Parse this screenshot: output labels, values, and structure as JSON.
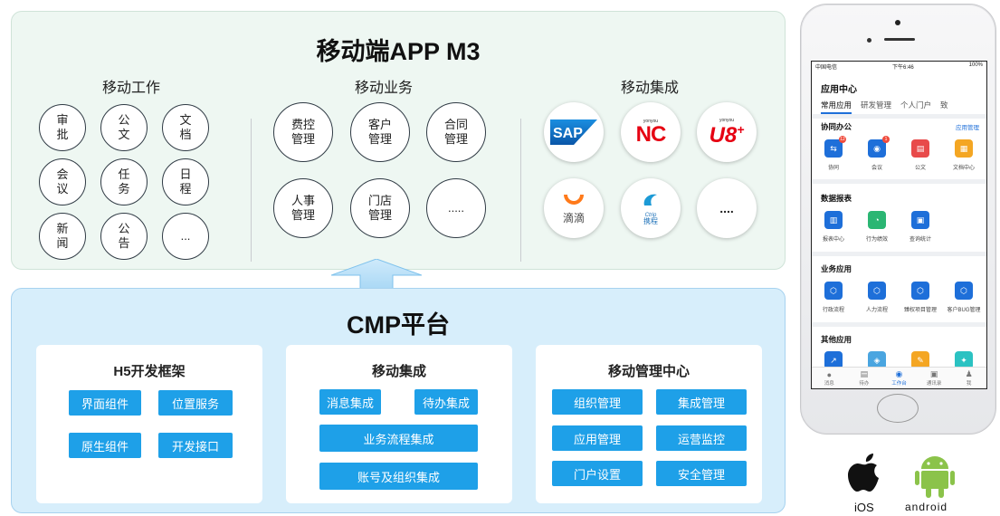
{
  "top": {
    "title": "移动端APP M3",
    "col_work": "移动工作",
    "col_business": "移动业务",
    "col_integration": "移动集成",
    "work_items": [
      "审批",
      "公文",
      "文档",
      "会议",
      "任务",
      "日程",
      "新闻",
      "公告",
      "..."
    ],
    "business_items": [
      "费控管理",
      "客户管理",
      "合同管理",
      "人事管理",
      "门店管理",
      "....."
    ],
    "integration_items": {
      "sap": "SAP",
      "nc_small": "yonyou",
      "nc": "NC",
      "u8_small": "yonyou",
      "u8": "U8",
      "u8_plus": "+",
      "didi": "滴滴",
      "ctrip": "Ctrip",
      "ctrip_cn": "携程",
      "more": "...."
    }
  },
  "cmp": {
    "title": "CMP平台",
    "cards": [
      {
        "title": "H5开发框架",
        "buttons": [
          "界面组件",
          "位置服务",
          "原生组件",
          "开发接口"
        ]
      },
      {
        "title": "移动集成",
        "buttons": [
          "消息集成",
          "待办集成",
          "业务流程集成",
          "账号及组织集成"
        ]
      },
      {
        "title": "移动管理中心",
        "buttons": [
          "组织管理",
          "集成管理",
          "应用管理",
          "运营监控",
          "门户设置",
          "安全管理"
        ]
      }
    ]
  },
  "phone": {
    "status_left": "中国电信",
    "status_time": "下午6:46",
    "status_right": "100%",
    "title": "应用中心",
    "tabs": [
      "常用应用",
      "研发管理",
      "个人门户",
      "致"
    ],
    "sections": [
      {
        "title": "协同办公",
        "link": "应用管理",
        "apps": [
          "协同",
          "会议",
          "公文",
          "文档中心"
        ]
      },
      {
        "title": "数据报表",
        "link": "",
        "apps": [
          "报表中心",
          "行为绩效",
          "查询统计"
        ]
      },
      {
        "title": "业务应用",
        "link": "",
        "apps": [
          "行政流程",
          "人力流程",
          "臻权项目管理",
          "客户BUG管理"
        ]
      },
      {
        "title": "其他应用",
        "link": "",
        "apps": []
      }
    ],
    "badges": [
      "12",
      "1"
    ],
    "tabbar": [
      "消息",
      "待办",
      "工作台",
      "通讯录",
      "我"
    ]
  },
  "os": {
    "ios": "iOS",
    "android": "android"
  },
  "colors": {
    "button": "#1ea0e8",
    "top_bg": "#eef7f2",
    "bottom_bg": "#d7eefb"
  }
}
